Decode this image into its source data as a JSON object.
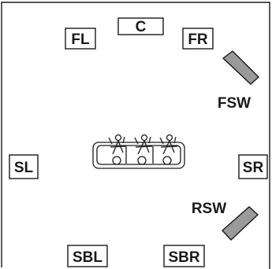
{
  "speakers": {
    "center": "C",
    "front_left": "FL",
    "front_right": "FR",
    "surround_left": "SL",
    "surround_right": "SR",
    "surround_back_left": "SBL",
    "surround_back_right": "SBR"
  },
  "subwoofers": {
    "front": "FSW",
    "rear": "RSW"
  }
}
